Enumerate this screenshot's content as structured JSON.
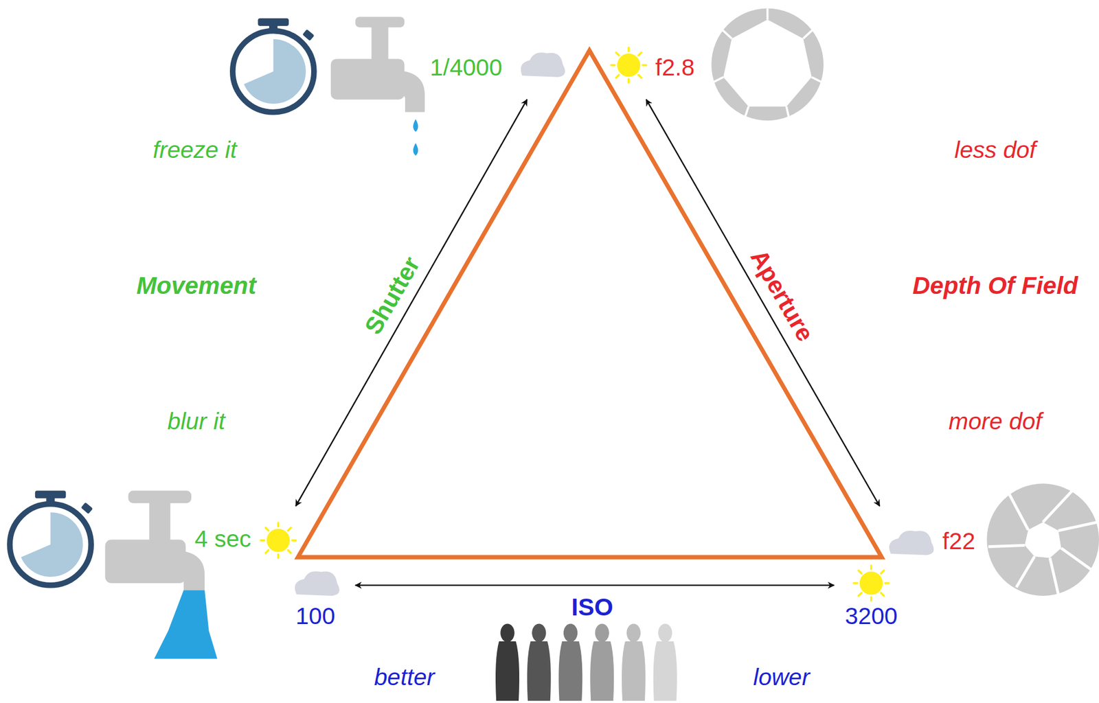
{
  "diagram": {
    "labels": [
      "1/4000",
      "f2.8",
      "freeze it",
      "less dof",
      "Movement",
      "Depth Of Field",
      "Shutter",
      "Aperture",
      "blur it",
      "more dof",
      "4 sec",
      "f22",
      "100",
      "3200",
      "ISO",
      "better",
      "lower"
    ]
  }
}
